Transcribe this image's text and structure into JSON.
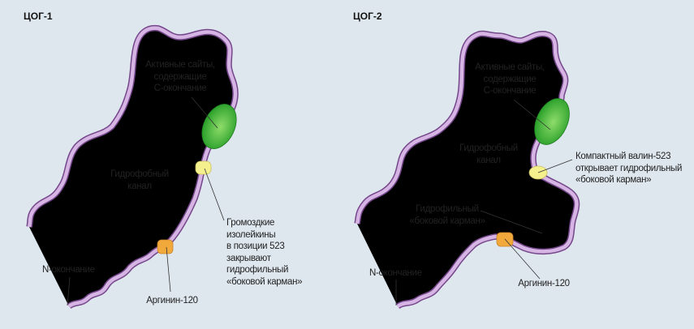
{
  "panels": [
    {
      "title": "ЦОГ-1",
      "active_site": [
        "Активные сайты,",
        "содержащие",
        "С-окончание"
      ],
      "hydrophobic_channel": [
        "Гидрофобный",
        "канал"
      ],
      "residue_523": [
        "Громоздкие",
        "изолейкины",
        "в позиции 523",
        "закрывают",
        "гидрофильный",
        "«боковой карман»"
      ],
      "n_terminus": "N-окончание",
      "arginine": "Аргинин-120"
    },
    {
      "title": "ЦОГ-2",
      "active_site": [
        "Активные сайты,",
        "содержащие",
        "С-окончание"
      ],
      "hydrophobic_channel": [
        "Гидрофобный",
        "канал"
      ],
      "residue_523": [
        "Компактный валин-523",
        "открывает гидрофильный",
        "«боковой карман»"
      ],
      "side_pocket": [
        "Гидрофильный",
        "«боковой карман»"
      ],
      "n_terminus": "N-окончание",
      "arginine": "Аргинин-120"
    }
  ],
  "colors": {
    "chain": "#d6b5e4",
    "chain_outline": "#74478a",
    "active_site": "#2fa52a",
    "valine_isoleucine": "#f3ee8a",
    "arginine": "#f0a83a"
  }
}
